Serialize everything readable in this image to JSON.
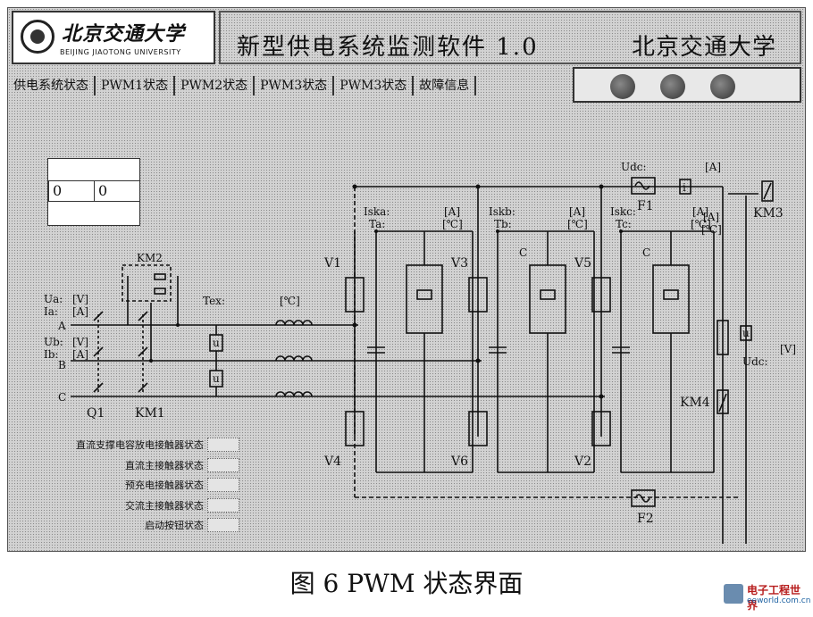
{
  "header": {
    "logo_cn": "北京交通大学",
    "logo_en": "BEIJING JIAOTONG UNIVERSITY",
    "app_title": "新型供电系统监测软件 1.0",
    "university": "北京交通大学"
  },
  "tabs": [
    "供电系统状态",
    "PWM1状态",
    "PWM2状态",
    "PWM3状态",
    "PWM3状态",
    "故障信息"
  ],
  "values": [
    "0",
    "0"
  ],
  "circuit": {
    "phase_a": "A",
    "phase_b": "B",
    "phase_c": "C",
    "ua": "Ua:",
    "ua_unit": "[V]",
    "ia": "Ia:",
    "ia_unit": "[A]",
    "ub": "Ub:",
    "ub_unit": "[V]",
    "ib": "Ib:",
    "ib_unit": "[A]",
    "km2": "KM2",
    "km1": "KM1",
    "q1": "Q1",
    "tex": "Tex:",
    "tex_unit": "[℃]",
    "isk_a": "Iska:",
    "ta": "Ta:",
    "isk_b": "Iskb:",
    "tb": "Tb:",
    "isk_c": "Iskc:",
    "tc": "Tc:",
    "unit_a": "[A]",
    "unit_c": "[℃]",
    "module_c": "C",
    "v1": "V1",
    "v3": "V3",
    "v5": "V5",
    "v4": "V4",
    "v6": "V6",
    "v2": "V2",
    "udc_top": "Udc:",
    "udc_top_unit": "[A]",
    "f1": "F1",
    "f2": "F2",
    "km3": "KM3",
    "km4": "KM4",
    "udc": "Udc:",
    "udc_unit": "[V]",
    "u_sym": "u",
    "i_sym": "i"
  },
  "status_items": [
    "直流支撑电容放电接触器状态",
    "直流主接触器状态",
    "预充电接触器状态",
    "交流主接触器状态",
    "启动按钮状态"
  ],
  "caption": "图 6 PWM 状态界面",
  "watermark": {
    "text": "电子工程世界",
    "url": "eeworld.com.cn"
  }
}
